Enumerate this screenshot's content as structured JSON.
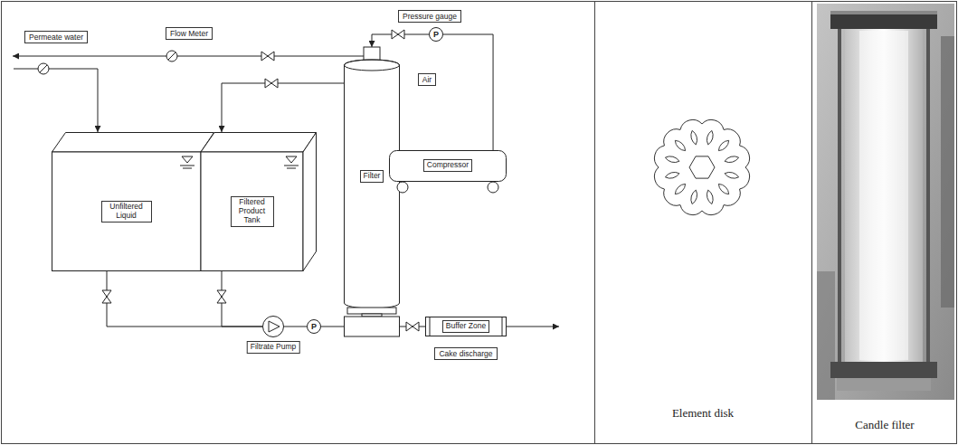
{
  "diagram": {
    "nodes": [
      {
        "text": [
          "Permeate water"
        ]
      },
      {
        "text": [
          "Flow Meter"
        ]
      },
      {
        "text": [
          "Pressure gauge"
        ]
      },
      {
        "text": [
          "Air"
        ]
      },
      {
        "text": [
          "P"
        ]
      },
      {
        "text": [
          "Filter"
        ]
      },
      {
        "text": [
          "Compressor"
        ]
      },
      {
        "text": [
          "Unfiltered Liquid"
        ]
      },
      {
        "text": [
          "Filtered Product Tank"
        ]
      },
      {
        "text": [
          "Filtrate Pump"
        ]
      },
      {
        "text": [
          "P"
        ]
      },
      {
        "text": [
          "Buffer Zone"
        ]
      },
      {
        "text": [
          "Cake discharge"
        ]
      }
    ],
    "edges": [
      {
        "from": 6,
        "to": 4,
        "arrow": "none"
      },
      {
        "from": 4,
        "to": 5,
        "arrow": "to"
      },
      {
        "from": 5,
        "to": 8,
        "arrow": "to"
      },
      {
        "from": 7,
        "to": 9,
        "arrow": "none"
      },
      {
        "from": 8,
        "to": 9,
        "arrow": "none"
      },
      {
        "from": 9,
        "to": 10,
        "arrow": "none"
      },
      {
        "from": 10,
        "to": 5,
        "arrow": "none"
      },
      {
        "from": 5,
        "to": 11,
        "arrow": "none"
      }
    ],
    "labels": [
      "Element disk",
      "Candle filter"
    ]
  }
}
